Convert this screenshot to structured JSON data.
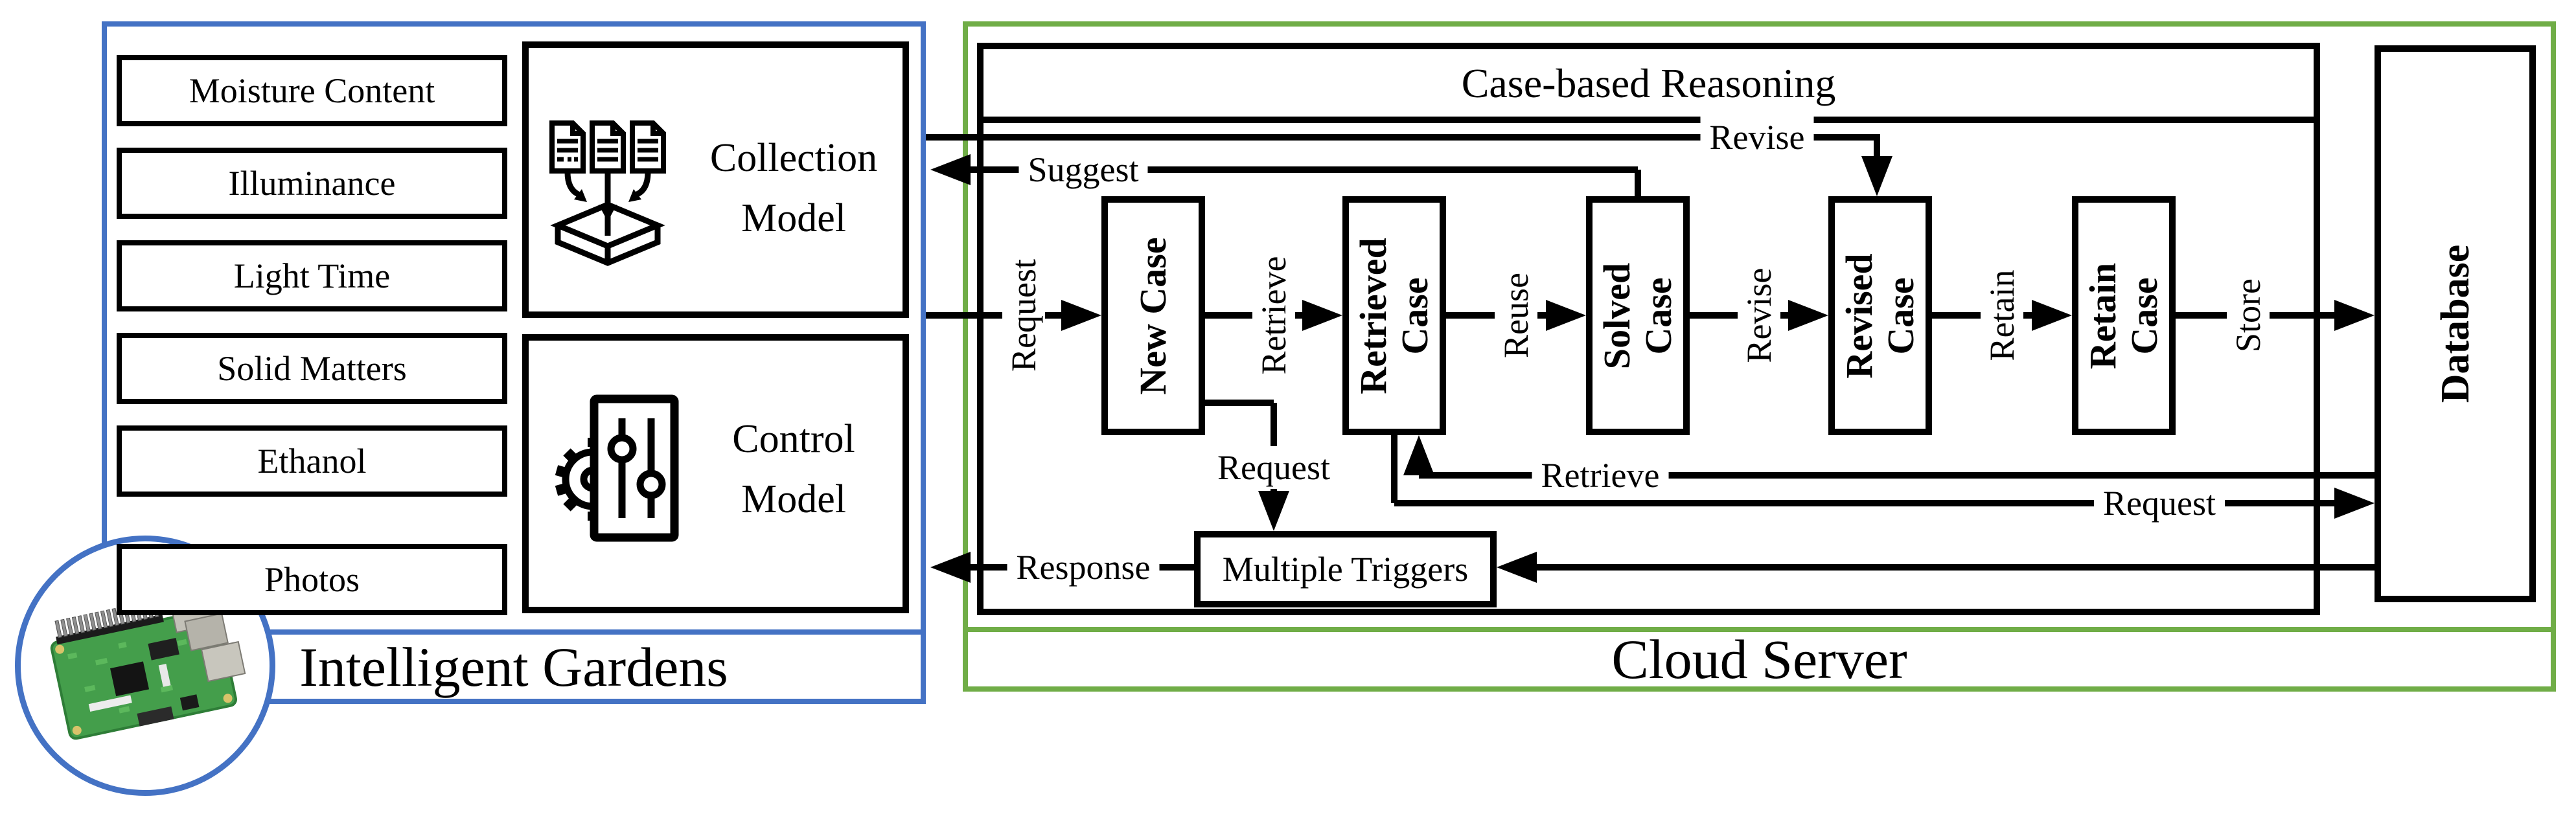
{
  "figure": {
    "type": "system-architecture-diagram",
    "colors": {
      "accent_blue": "#4472C4",
      "accent_green": "#70AD47",
      "line_black": "#000000"
    }
  },
  "gardens": {
    "title": "Intelligent Gardens",
    "sensors": [
      "Moisture Content",
      "Illuminance",
      "Light Time",
      "Solid Matters",
      "Ethanol",
      "Photos"
    ],
    "collection_model": {
      "line1": "Collection",
      "line2": "Model"
    },
    "control_model": {
      "line1": "Control",
      "line2": "Model"
    },
    "icons": [
      "documents-collection-icon",
      "gear-sliders-icon",
      "raspberry-pi-photo"
    ]
  },
  "cloud": {
    "title": "Cloud Server",
    "database": "Database",
    "cbr": {
      "title": "Case-based Reasoning",
      "boxes": [
        {
          "lines": [
            "New Case"
          ]
        },
        {
          "lines": [
            "Retrieved",
            "Case"
          ]
        },
        {
          "lines": [
            "Solved",
            "Case"
          ]
        },
        {
          "lines": [
            "Revised",
            "Case"
          ]
        },
        {
          "lines": [
            "Retain",
            "Case"
          ]
        }
      ],
      "flow_labels": [
        "Request",
        "Retrieve",
        "Reuse",
        "Revise",
        "Retain",
        "Store"
      ],
      "triggers": "Multiple Triggers",
      "edges": {
        "revise_top": "Revise",
        "suggest": "Suggest",
        "request_to_triggers": "Request",
        "request_to_database": "Request",
        "retrieve_from_database": "Retrieve",
        "response": "Response"
      }
    }
  }
}
